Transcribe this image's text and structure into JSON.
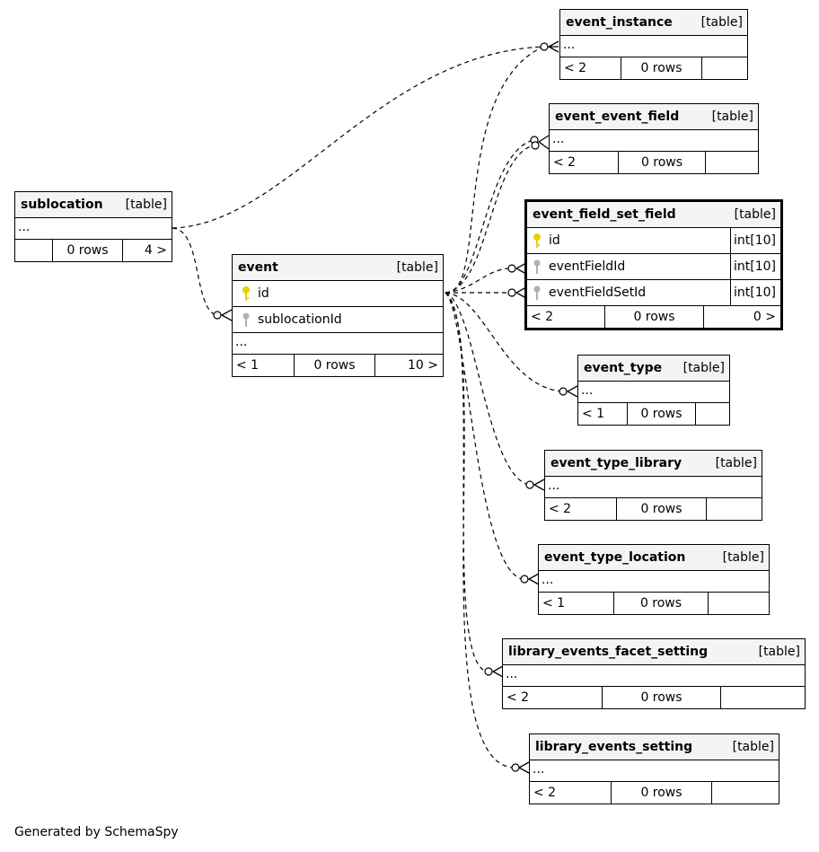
{
  "footer": "Generated by SchemaSpy",
  "tables": {
    "event_instance": {
      "name": "event_instance",
      "kind": "[table]",
      "ellipsis": "...",
      "parents": "< 2",
      "rows": "0 rows",
      "children": ""
    },
    "event_event_field": {
      "name": "event_event_field",
      "kind": "[table]",
      "ellipsis": "...",
      "parents": "< 2",
      "rows": "0 rows",
      "children": ""
    },
    "event_field_set_field": {
      "name": "event_field_set_field",
      "kind": "[table]",
      "columns": [
        {
          "name": "id",
          "type": "int[10]",
          "key": "primary"
        },
        {
          "name": "eventFieldId",
          "type": "int[10]",
          "key": "foreign"
        },
        {
          "name": "eventFieldSetId",
          "type": "int[10]",
          "key": "foreign"
        }
      ],
      "parents": "< 2",
      "rows": "0 rows",
      "children": "0 >"
    },
    "sublocation": {
      "name": "sublocation",
      "kind": "[table]",
      "ellipsis": "...",
      "parents": "",
      "rows": "0 rows",
      "children": "4 >"
    },
    "event": {
      "name": "event",
      "kind": "[table]",
      "columns": [
        {
          "name": "id",
          "key": "primary"
        },
        {
          "name": "sublocationId",
          "key": "foreign"
        }
      ],
      "ellipsis": "...",
      "parents": "< 1",
      "rows": "0 rows",
      "children": "10 >"
    },
    "event_type": {
      "name": "event_type",
      "kind": "[table]",
      "ellipsis": "...",
      "parents": "< 1",
      "rows": "0 rows",
      "children": ""
    },
    "event_type_library": {
      "name": "event_type_library",
      "kind": "[table]",
      "ellipsis": "...",
      "parents": "< 2",
      "rows": "0 rows",
      "children": ""
    },
    "event_type_location": {
      "name": "event_type_location",
      "kind": "[table]",
      "ellipsis": "...",
      "parents": "< 1",
      "rows": "0 rows",
      "children": ""
    },
    "library_events_facet_setting": {
      "name": "library_events_facet_setting",
      "kind": "[table]",
      "ellipsis": "...",
      "parents": "< 2",
      "rows": "0 rows",
      "children": ""
    },
    "library_events_setting": {
      "name": "library_events_setting",
      "kind": "[table]",
      "ellipsis": "...",
      "parents": "< 2",
      "rows": "0 rows",
      "children": ""
    }
  },
  "colors": {
    "primary_key": "#e6d200",
    "foreign_key": "#b0b0b0",
    "header_bg": "#f4f4f4"
  }
}
